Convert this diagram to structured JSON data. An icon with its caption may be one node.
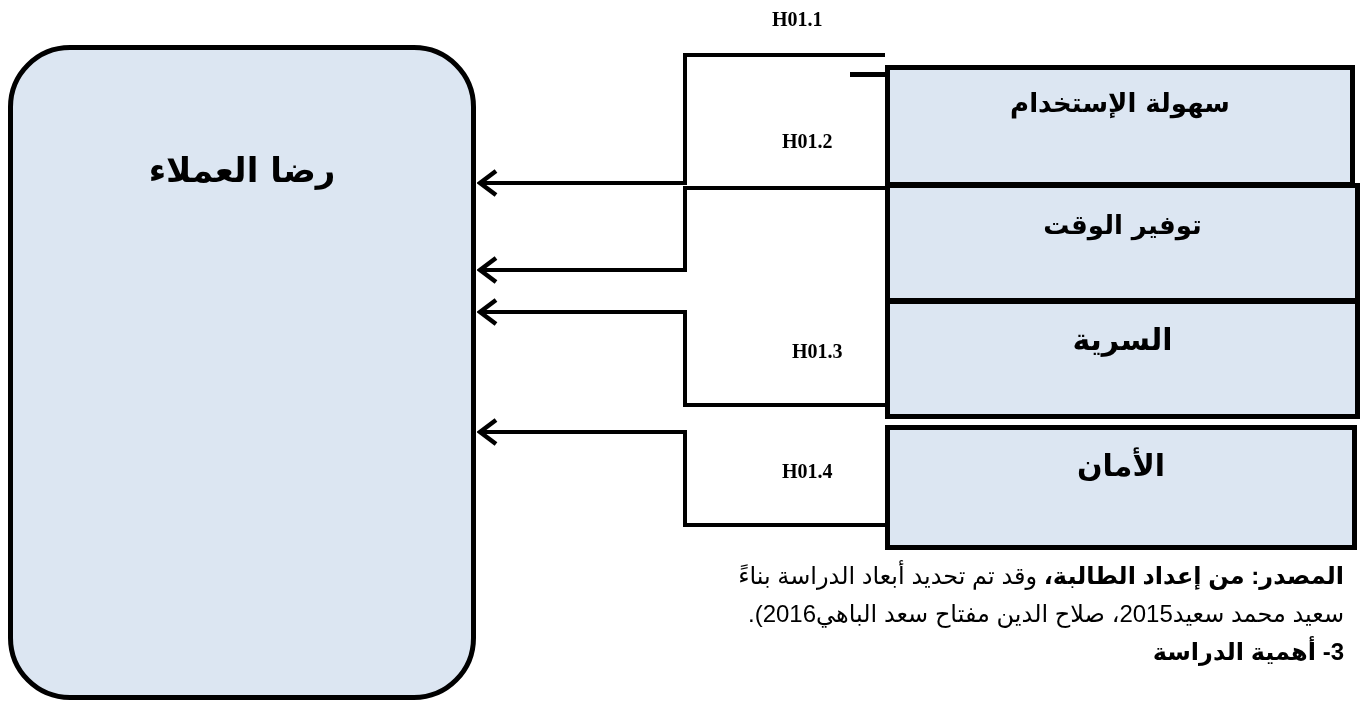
{
  "diagram": {
    "nodes": [
      {
        "text": [
          "رضا العملاء"
        ]
      },
      {
        "text": [
          "سهولة الإستخدام"
        ]
      },
      {
        "text": [
          "توفير الوقت"
        ]
      },
      {
        "text": [
          "السرية"
        ]
      },
      {
        "text": [
          "الأمان"
        ]
      }
    ],
    "edges": [
      {
        "from": 1,
        "to": 0,
        "arrow": "to",
        "label": "H01.1"
      },
      {
        "from": 2,
        "to": 0,
        "arrow": "to",
        "label": "H01.2"
      },
      {
        "from": 3,
        "to": 0,
        "arrow": "to",
        "label": "H01.3"
      },
      {
        "from": 4,
        "to": 0,
        "arrow": "to",
        "label": "H01.4"
      }
    ],
    "labels": [
      "**المصدر: من إعداد الطالبة،** وقد تم تحديد أبعاد الدراسة بناءً",
      "سعيد محمد سعيد2015، صلاح الدين مفتاح سعد الباهي2016).",
      "3- أهمية الدراسة"
    ]
  }
}
